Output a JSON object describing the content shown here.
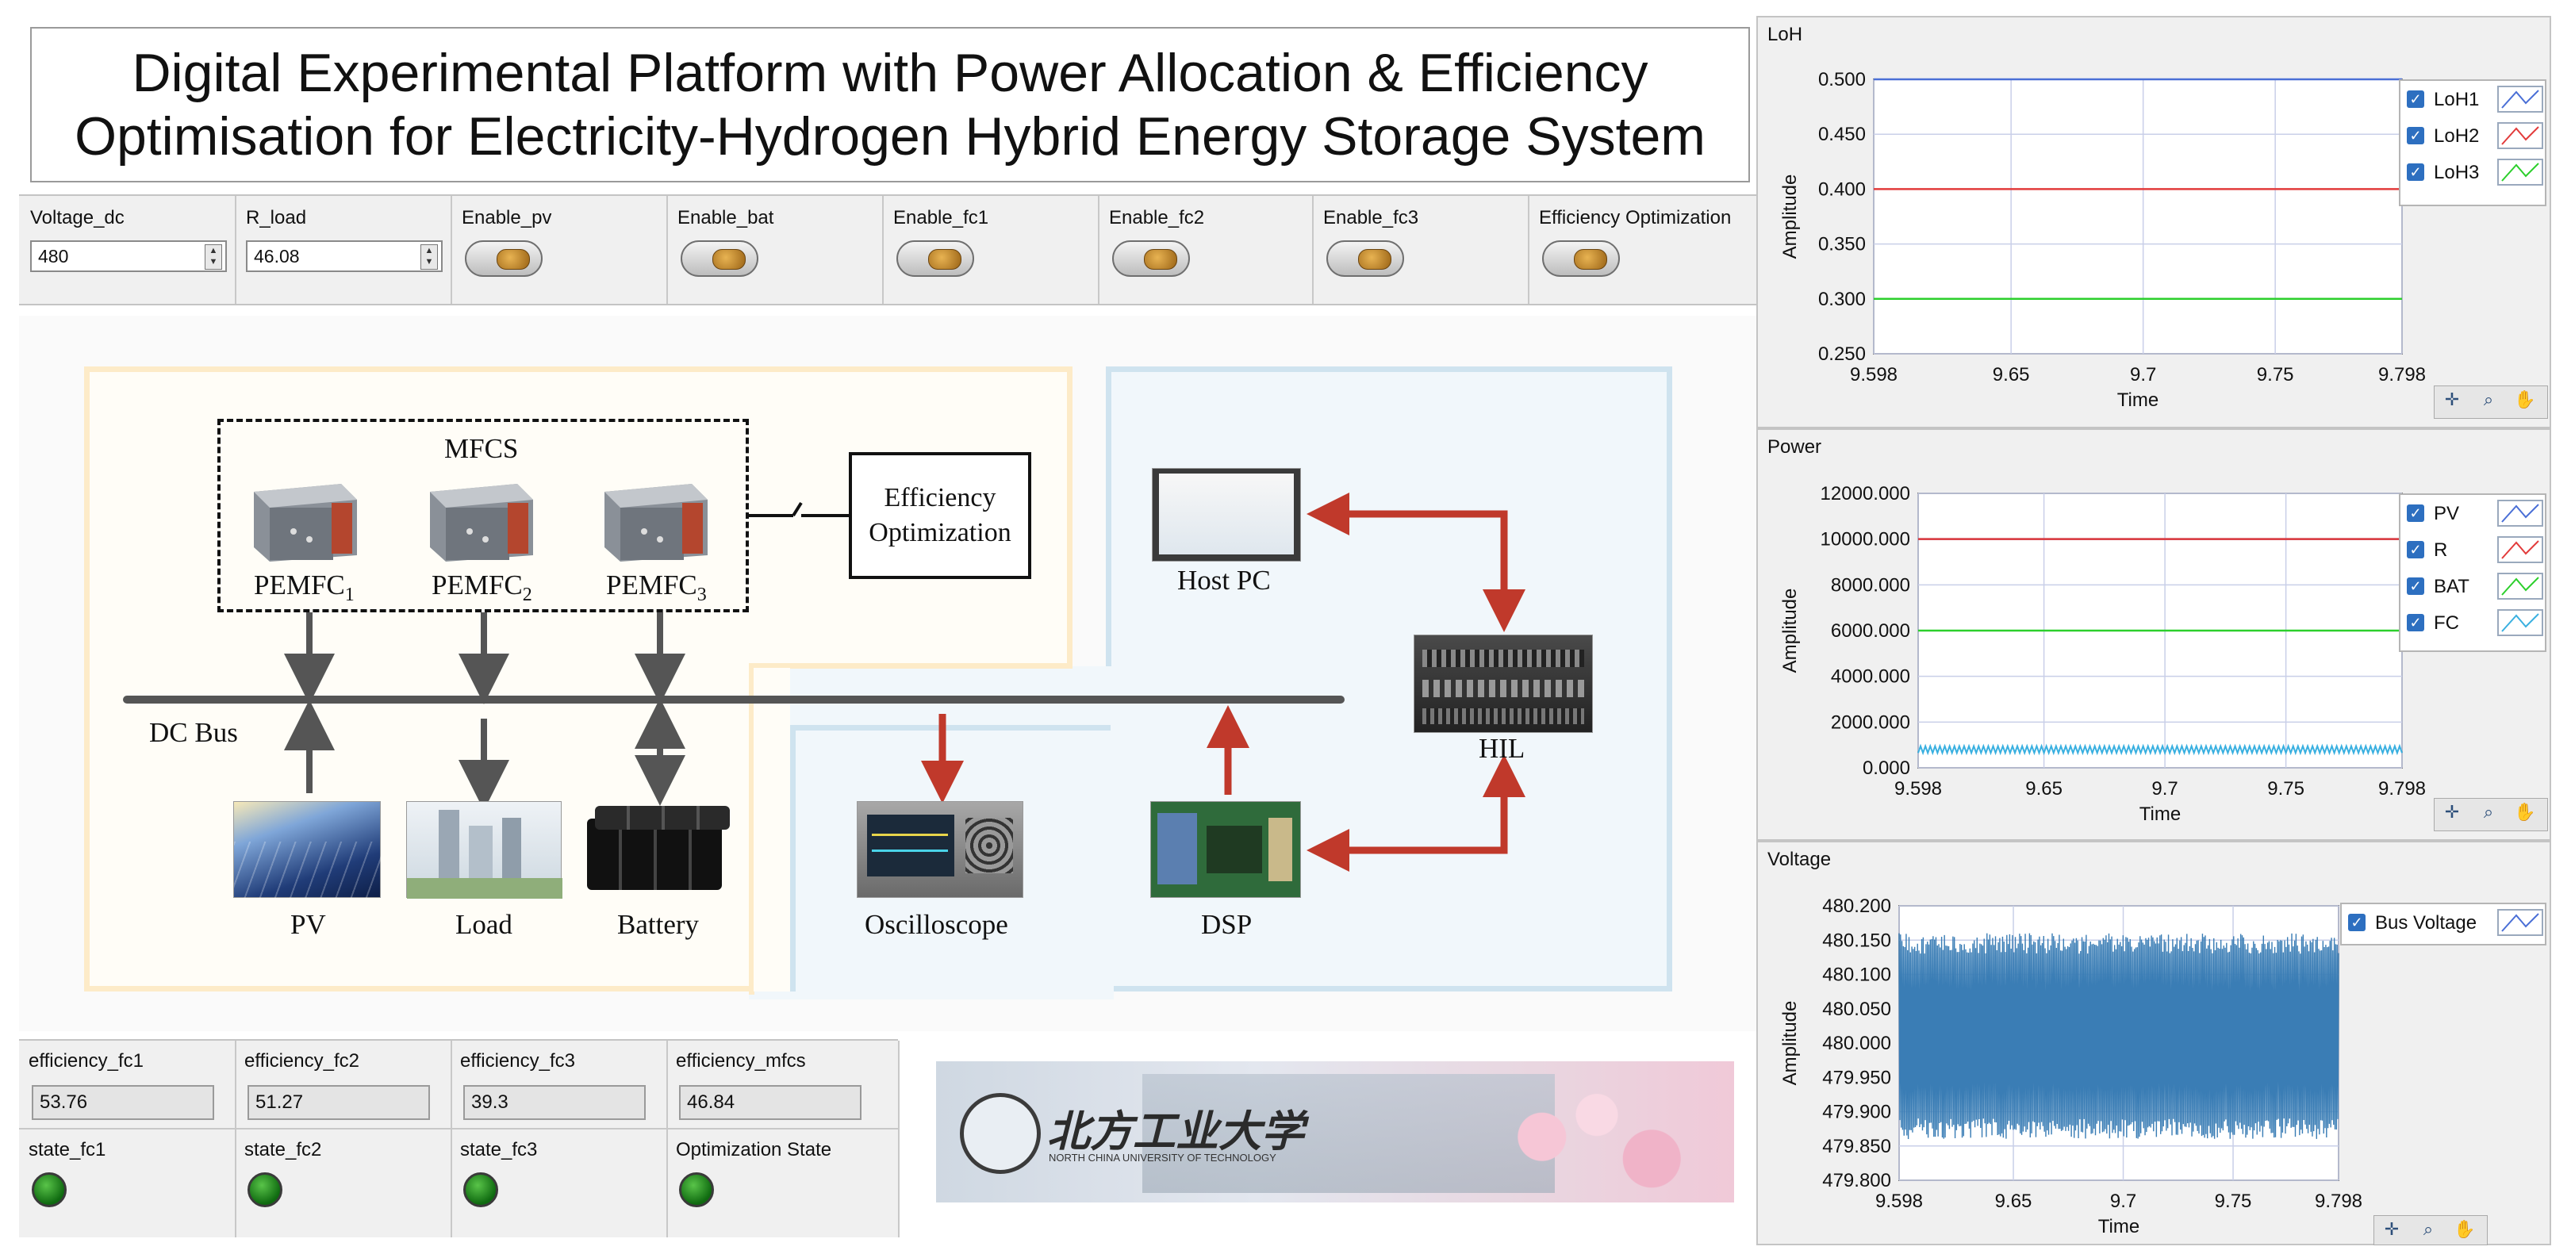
{
  "title": {
    "line1": "Digital Experimental Platform with Power Allocation & Efficiency",
    "line2": "Optimisation for Electricity-Hydrogen Hybrid Energy Storage System"
  },
  "controls": {
    "voltage_dc": {
      "label": "Voltage_dc",
      "value": "480"
    },
    "r_load": {
      "label": "R_load",
      "value": "46.08"
    },
    "toggles": [
      {
        "label": "Enable_pv"
      },
      {
        "label": "Enable_bat"
      },
      {
        "label": "Enable_fc1"
      },
      {
        "label": "Enable_fc2"
      },
      {
        "label": "Enable_fc3"
      },
      {
        "label": "Efficiency Optimization"
      }
    ]
  },
  "diagram": {
    "mfcs": "MFCS",
    "fc_labels": [
      {
        "base": "PEMFC",
        "sub": "1"
      },
      {
        "base": "PEMFC",
        "sub": "2"
      },
      {
        "base": "PEMFC",
        "sub": "3"
      }
    ],
    "efficiency_box": {
      "line1": "Efficiency",
      "line2": "Optimization"
    },
    "dc_bus": "DC Bus",
    "pv": "PV",
    "load": "Load",
    "battery": "Battery",
    "host_pc": "Host PC",
    "hil": "HIL",
    "oscilloscope": "Oscilloscope",
    "dsp": "DSP"
  },
  "indicators": [
    {
      "label": "efficiency_fc1",
      "value": "53.76"
    },
    {
      "label": "efficiency_fc2",
      "value": "51.27"
    },
    {
      "label": "efficiency_fc3",
      "value": "39.3"
    },
    {
      "label": "efficiency_mfcs",
      "value": "46.84"
    }
  ],
  "states": [
    {
      "label": "state_fc1",
      "on": true
    },
    {
      "label": "state_fc2",
      "on": true
    },
    {
      "label": "state_fc3",
      "on": true
    },
    {
      "label": "Optimization State",
      "on": true
    }
  ],
  "banner": {
    "cn": "北方工业大学",
    "en": "NORTH CHINA UNIVERSITY OF TECHNOLOGY"
  },
  "graphs": {
    "loh": {
      "title": "LoH",
      "xlabel": "Time",
      "ylabel": "Amplitude",
      "xticks": [
        "9.598",
        "9.65",
        "9.7",
        "9.75",
        "9.798"
      ],
      "yticks": [
        "0.500",
        "0.450",
        "0.400",
        "0.350",
        "0.300",
        "0.250"
      ],
      "legend": [
        {
          "name": "LoH1",
          "color": "#4a6fd6"
        },
        {
          "name": "LoH2",
          "color": "#e23b3b"
        },
        {
          "name": "LoH3",
          "color": "#2ccf2c"
        }
      ]
    },
    "power": {
      "title": "Power",
      "xlabel": "Time",
      "ylabel": "Amplitude",
      "xticks": [
        "9.598",
        "9.65",
        "9.7",
        "9.75",
        "9.798"
      ],
      "yticks": [
        "12000.000",
        "10000.000",
        "8000.000",
        "6000.000",
        "4000.000",
        "2000.000",
        "0.000"
      ],
      "legend": [
        {
          "name": "PV",
          "color": "#4a6fd6"
        },
        {
          "name": "R",
          "color": "#e23b3b"
        },
        {
          "name": "BAT",
          "color": "#2ccf2c"
        },
        {
          "name": "FC",
          "color": "#3ab0e0"
        }
      ]
    },
    "voltage": {
      "title": "Voltage",
      "xlabel": "Time",
      "ylabel": "Amplitude",
      "xticks": [
        "9.598",
        "9.65",
        "9.7",
        "9.75",
        "9.798"
      ],
      "yticks": [
        "480.200",
        "480.150",
        "480.100",
        "480.050",
        "480.000",
        "479.950",
        "479.900",
        "479.850",
        "479.800"
      ],
      "legend": [
        {
          "name": "Bus Voltage",
          "color": "#4a6fd6"
        }
      ]
    }
  },
  "chart_data": [
    {
      "type": "line",
      "title": "LoH",
      "xlabel": "Time",
      "ylabel": "Amplitude",
      "xlim": [
        9.598,
        9.798
      ],
      "ylim": [
        0.25,
        0.5
      ],
      "grid": true,
      "legend": "right",
      "series": [
        {
          "name": "LoH1",
          "color": "#4a6fd6",
          "x": [
            9.598,
            9.798
          ],
          "y": [
            0.5,
            0.5
          ]
        },
        {
          "name": "LoH2",
          "color": "#e23b3b",
          "x": [
            9.598,
            9.798
          ],
          "y": [
            0.4,
            0.4
          ]
        },
        {
          "name": "LoH3",
          "color": "#2ccf2c",
          "x": [
            9.598,
            9.798
          ],
          "y": [
            0.3,
            0.3
          ]
        }
      ]
    },
    {
      "type": "line",
      "title": "Power",
      "xlabel": "Time",
      "ylabel": "Amplitude",
      "xlim": [
        9.598,
        9.798
      ],
      "ylim": [
        0,
        12000
      ],
      "grid": true,
      "legend": "right",
      "series": [
        {
          "name": "PV",
          "color": "#4a6fd6",
          "x": [
            9.598,
            9.798
          ],
          "y": [
            10000,
            10000
          ]
        },
        {
          "name": "R",
          "color": "#e23b3b",
          "x": [
            9.598,
            9.798
          ],
          "y": [
            10000,
            10000
          ]
        },
        {
          "name": "BAT",
          "color": "#2ccf2c",
          "x": [
            9.598,
            9.798
          ],
          "y": [
            6000,
            6000
          ]
        },
        {
          "name": "FC",
          "color": "#3ab0e0",
          "x": [
            9.598,
            9.798
          ],
          "y": [
            800,
            800
          ],
          "noise": 150
        }
      ]
    },
    {
      "type": "line",
      "title": "Voltage",
      "xlabel": "Time",
      "ylabel": "Amplitude",
      "xlim": [
        9.598,
        9.798
      ],
      "ylim": [
        479.8,
        480.2
      ],
      "grid": true,
      "legend": "right",
      "series": [
        {
          "name": "Bus Voltage",
          "color": "#3a7db5",
          "x": [
            9.598,
            9.798
          ],
          "y": [
            480.0,
            480.0
          ],
          "band": [
            479.86,
            480.16
          ]
        }
      ]
    }
  ]
}
